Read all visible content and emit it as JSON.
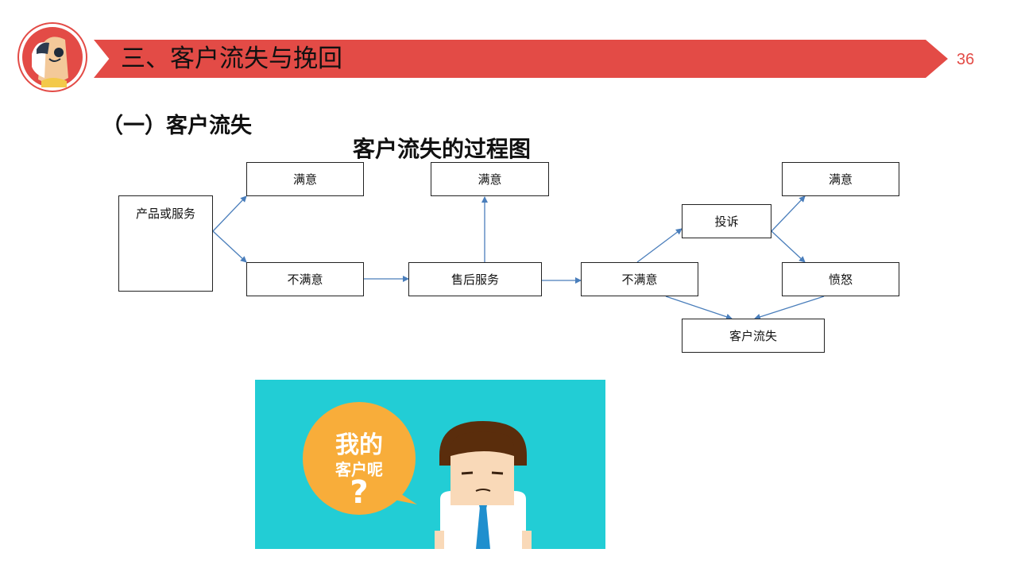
{
  "header": {
    "title": "三、客户流失与挽回",
    "page_number": "36",
    "accent_color": "#e34b46"
  },
  "section_title": "（一）客户流失",
  "diagram": {
    "title": "客户流失的过程图",
    "nodes": {
      "product_or_service": "产品或服务",
      "satisfied_1": "满意",
      "dissatisfied_1": "不满意",
      "after_sales": "售后服务",
      "satisfied_2": "满意",
      "dissatisfied_2": "不满意",
      "complaint": "投诉",
      "satisfied_3": "满意",
      "angry": "愤怒",
      "customer_loss": "客户流失"
    },
    "arrow_color": "#4a7ebb"
  },
  "illustration": {
    "bubble_line1": "我的",
    "bubble_line2": "客户呢",
    "bubble_mark": "?",
    "background_color": "#22cdd5",
    "bubble_color": "#f8ad3a"
  }
}
